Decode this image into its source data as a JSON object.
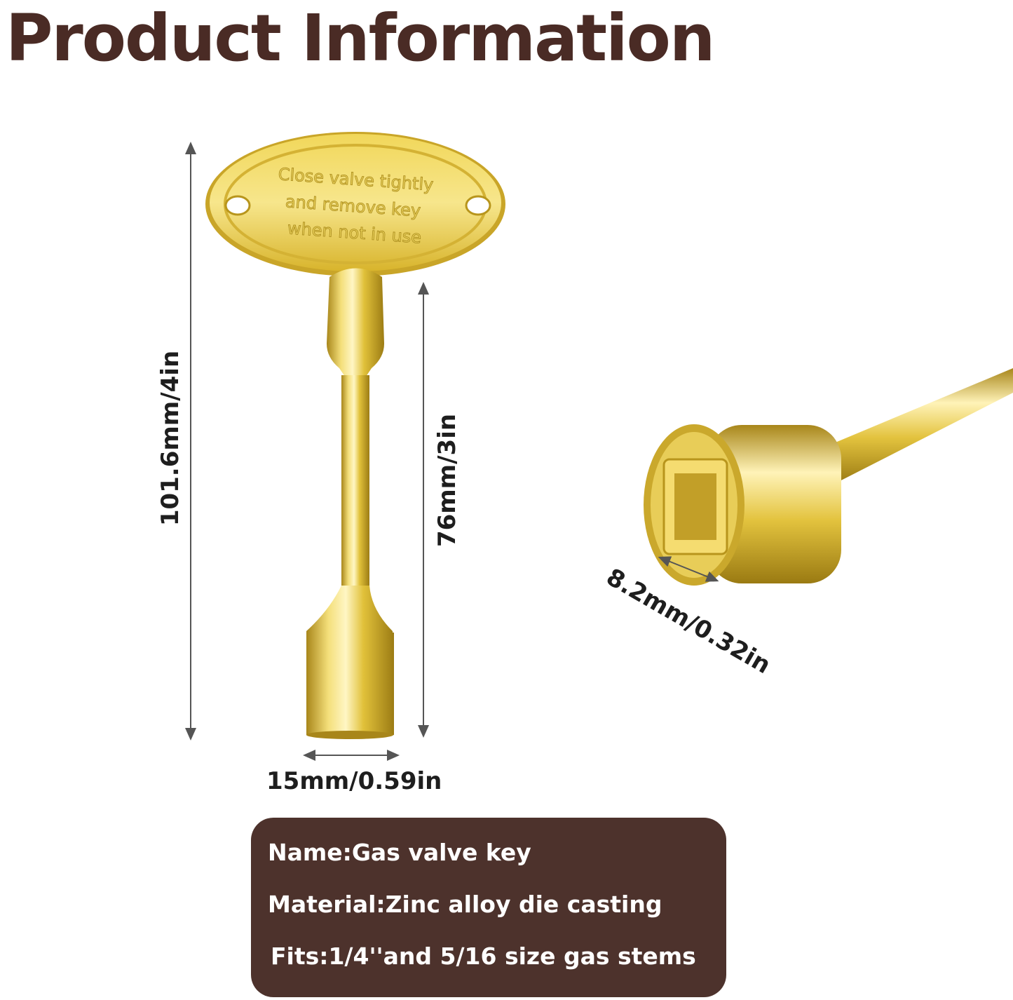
{
  "title": "Product Information",
  "key_plate": {
    "line1": "Close valve tightly",
    "line2": "and remove key",
    "line3": "when not in use"
  },
  "dimensions": {
    "total_length": "101.6mm/4in",
    "shaft_length": "76mm/3in",
    "tip_width": "15mm/0.59in",
    "socket_width": "8.2mm/0.32in"
  },
  "info": {
    "name": "Name:Gas valve key",
    "material": "Material:Zinc alloy die casting",
    "fits": "Fits:1/4''and 5/16 size gas stems"
  },
  "colors": {
    "title": "#4a2b25",
    "info_box": "#4d322c",
    "brass": "#e0c23a"
  }
}
